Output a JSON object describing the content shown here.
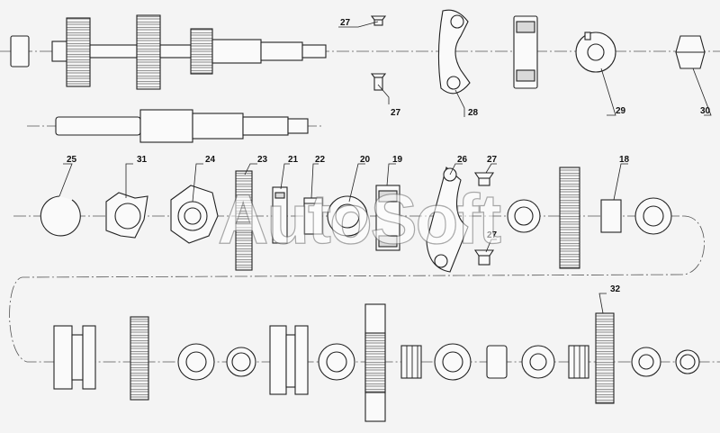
{
  "watermark": "AutoSoft",
  "callouts": {
    "c18": "18",
    "c19": "19",
    "c20": "20",
    "c21": "21",
    "c22": "22",
    "c23": "23",
    "c24": "24",
    "c25": "25",
    "c26": "26",
    "c27a": "27",
    "c27b": "27",
    "c27c": "27",
    "c27d": "27",
    "c28": "28",
    "c29": "29",
    "c30": "30",
    "c31": "31",
    "c32": "32"
  }
}
